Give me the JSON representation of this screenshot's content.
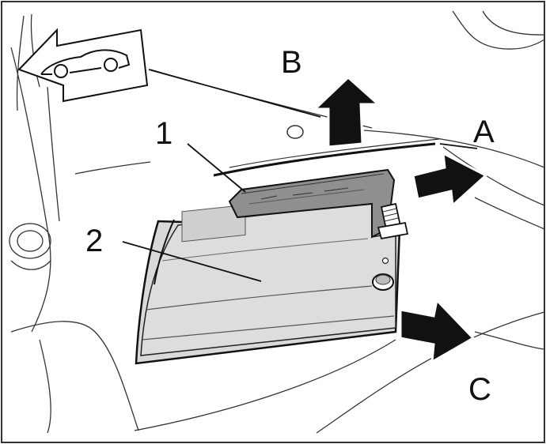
{
  "callouts": {
    "label_1": "1",
    "label_2": "2",
    "label_a": "A",
    "label_b": "B",
    "label_c": "C"
  },
  "icons": {
    "direction_indicator": "car-forward-arrow-icon"
  },
  "colors": {
    "line": "#1a1a1a",
    "panel_fill": "#dcdcdc",
    "panel_shade": "#c8c8c8",
    "clip_fill": "#8f8f8f",
    "arrow_fill": "#111111",
    "background": "#ffffff"
  }
}
